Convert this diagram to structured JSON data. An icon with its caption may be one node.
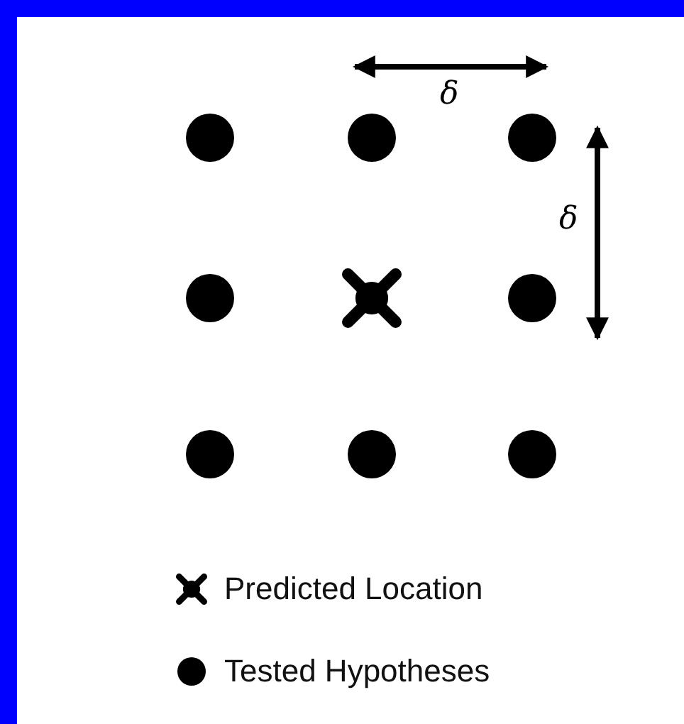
{
  "diagram": {
    "labels": [
      "δ",
      "δ"
    ],
    "legend": [
      {
        "text": "Predicted Location"
      },
      {
        "text": "Tested Hypotheses"
      }
    ]
  }
}
